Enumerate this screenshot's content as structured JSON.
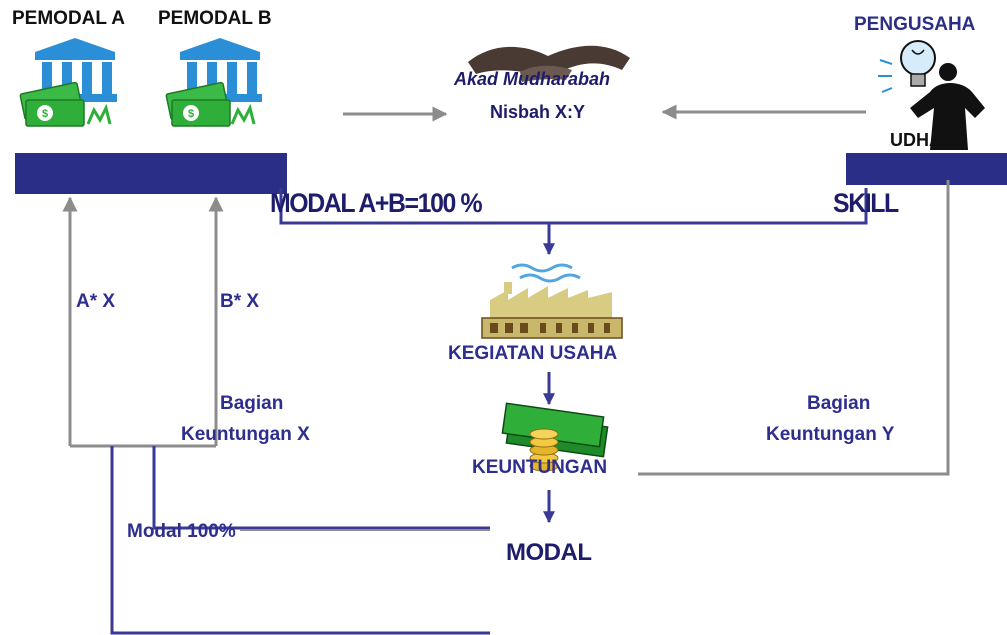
{
  "headers": {
    "investor_a": "PEMODAL A",
    "investor_b": "PEMODAL B",
    "entrepreneur": "PENGUSAHA"
  },
  "agreement": {
    "title": "Akad Mudharabah",
    "ratio": "Nisbah X:Y"
  },
  "capital_bar_label": "MODAL A+B=100 %",
  "skill_label": "SKILL",
  "entrepreneur_icon_text": "UDHAR",
  "flows": {
    "investor_a_share": "A* X",
    "investor_b_share": "B* X",
    "investor_profit_line1": "Bagian",
    "investor_profit_line2": "Keuntungan X",
    "entrepreneur_profit_line1": "Bagian",
    "entrepreneur_profit_line2": "Keuntungan Y",
    "capital_return": "Modal 100%"
  },
  "nodes": {
    "business": "KEGIATAN USAHA",
    "profit": "KEUNTUNGAN",
    "capital": "MODAL"
  },
  "icons": {
    "bank": "bank-icon",
    "money": "money-icon",
    "handshake": "handshake-icon",
    "businessman": "businessman-lightbulb-icon",
    "factory": "factory-icon",
    "coins": "money-coins-icon"
  },
  "colors": {
    "navy_bar": "#2b2e86",
    "gray_arrow": "#8c8c8c",
    "label_navy": "#2e2e8e",
    "bank_blue": "#2a8fd6",
    "money_green": "#2fae3a"
  }
}
